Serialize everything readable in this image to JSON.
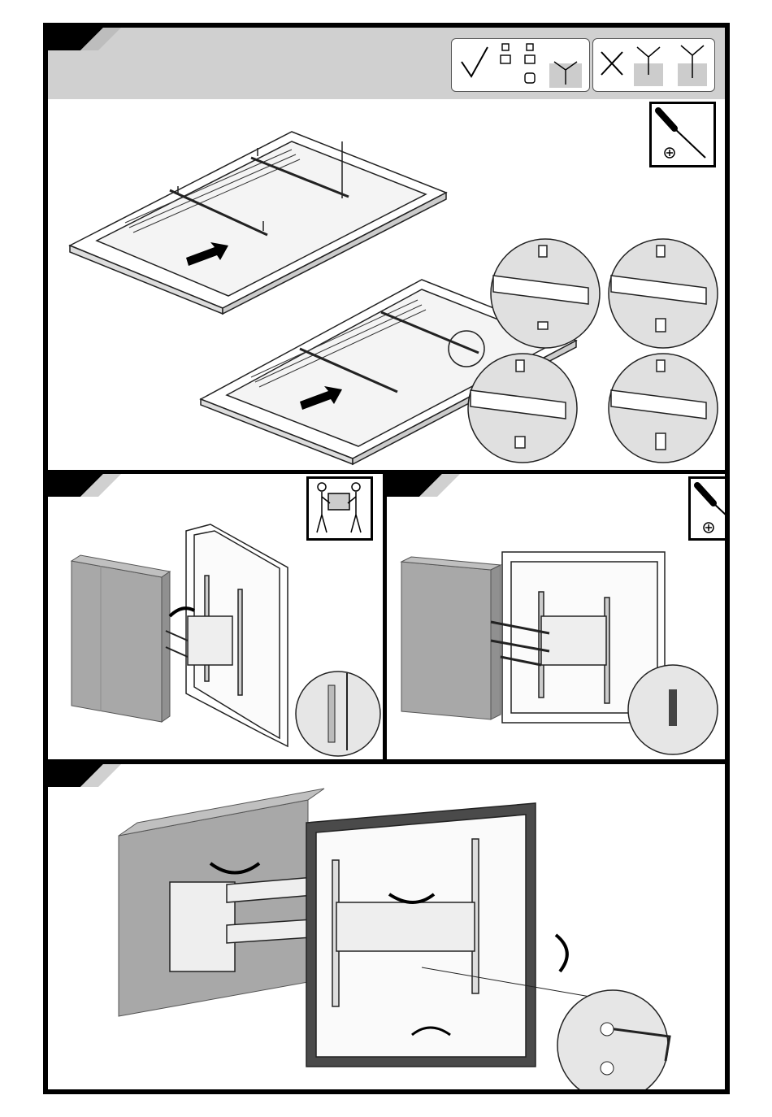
{
  "page": {
    "colors": {
      "frame": "#000000",
      "header_band": "#d0d0d0",
      "header_stripe": "#bdbdbd",
      "wall": "#a8a8a8",
      "wall_texture": "#8c8c8c",
      "tv_bezel": "#4a4a4a",
      "line_art": "#222222"
    },
    "icons": {
      "correct": "check-mark-icon",
      "incorrect": "cross-mark-icon",
      "tool": "phillips-screwdriver-icon",
      "people": "two-person-lift-icon",
      "hex_key": "allen-key-icon",
      "direction": "arrow-icon",
      "rotation": "rotate-arrows-icon"
    }
  },
  "steps": [
    {
      "id": "step-1",
      "tool": "phillips-screwdriver-icon",
      "fitting_reference": [
        "correct-fit",
        "incorrect-fit"
      ]
    },
    {
      "id": "step-2",
      "tool": "two-person-lift-icon"
    },
    {
      "id": "step-3",
      "tool": "phillips-screwdriver-icon"
    },
    {
      "id": "step-4",
      "tool": "allen-key-icon"
    }
  ]
}
